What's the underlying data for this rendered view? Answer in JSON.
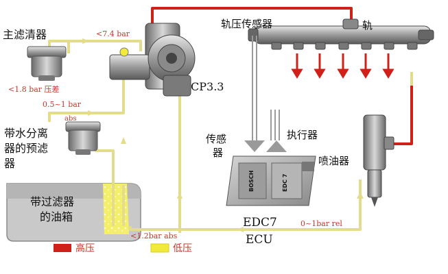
{
  "labels": {
    "main_filter": "主滤清器",
    "pressure_74": "<7.4 bar",
    "pressure_18": "<1.8 bar 压差",
    "pressure_05_1": "0.5~1 bar",
    "abs_1": "abs",
    "prefilter_line1": "带水分离",
    "prefilter_line2": "器的预滤",
    "prefilter_line3": "器",
    "tank_line1": "带过滤器",
    "tank_line2": "的油箱",
    "pressure_12": "<1.2bar abs",
    "pump": "CP3.3",
    "rail_sensor": "轨压传感器",
    "rail": "轨",
    "sensor_line1": "传感",
    "sensor_line2": "器",
    "actuator": "执行器",
    "injector": "喷油器",
    "ecu_model": "EDC7",
    "ecu": "ECU",
    "return_pressure": "0~1bar rel",
    "ecu_brand": "BOSCH",
    "ecu_code": "EDC 7"
  },
  "legend": {
    "high": {
      "label": "高压",
      "color": "#d0201a"
    },
    "low": {
      "label": "低压",
      "color": "#f2ea3a"
    }
  },
  "colors": {
    "high_pressure": "#d0201a",
    "low_pressure": "#f2ea3a",
    "low_pressure_line": "#e3dc8a",
    "tank_fill": "#f4ef6a"
  }
}
